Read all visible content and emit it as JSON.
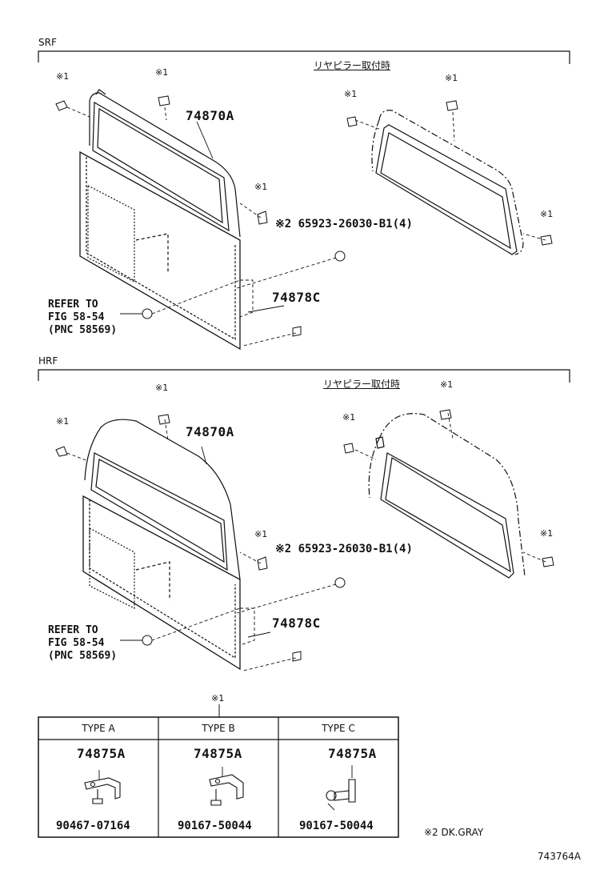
{
  "sections": {
    "srf": {
      "label": "SRF",
      "rear_pillar_note": "リヤピラー取付時",
      "part_main": "74870A",
      "part_clip": "※2 65923-26030-B1(4)",
      "part_bottom": "74878C",
      "refer_line1": "REFER TO",
      "refer_line2": "FIG 58-54",
      "refer_line3": "(PNC 58569)",
      "mark1": "※1"
    },
    "hrf": {
      "label": "HRF",
      "rear_pillar_note": "リヤピラー取付時",
      "part_main": "74870A",
      "part_clip": "※2 65923-26030-B1(4)",
      "part_bottom": "74878C",
      "refer_line1": "REFER TO",
      "refer_line2": "FIG 58-54",
      "refer_line3": "(PNC 58569)",
      "mark1": "※1"
    }
  },
  "bracket_table": {
    "mark": "※1",
    "columns": [
      {
        "type": "TYPE A",
        "part": "74875A",
        "bolt": "90467-07164"
      },
      {
        "type": "TYPE B",
        "part": "74875A",
        "bolt": "90167-50044"
      },
      {
        "type": "TYPE C",
        "part": "74875A",
        "bolt": "90167-50044"
      }
    ]
  },
  "color_note": "※2 DK.GRAY",
  "figure_id": "743764A"
}
